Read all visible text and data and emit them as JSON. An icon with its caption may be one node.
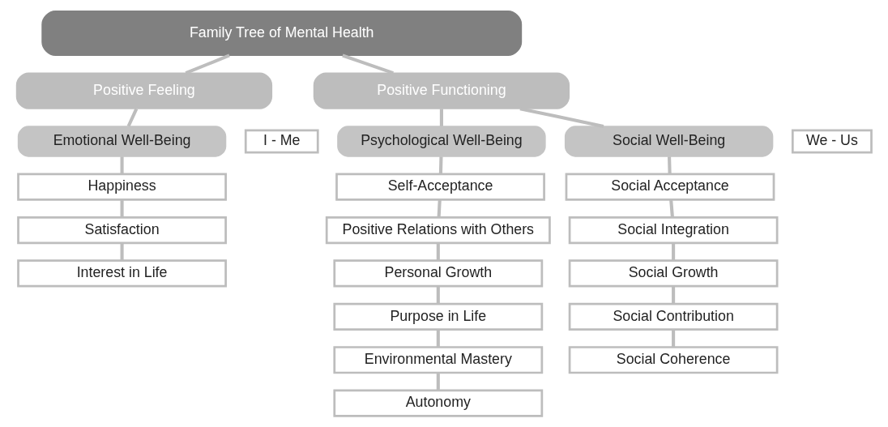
{
  "diagram": {
    "nodes": [
      {
        "text": [
          "Family Tree of Mental Health"
        ]
      },
      {
        "text": [
          "Positive Feeling"
        ]
      },
      {
        "text": [
          "Positive Functioning"
        ]
      },
      {
        "text": [
          "I - Me"
        ]
      },
      {
        "text": [
          "We - Us"
        ]
      },
      {
        "text": [
          "Emotional Well-Being"
        ]
      },
      {
        "text": [
          "Psychological Well-Being"
        ]
      },
      {
        "text": [
          "Social Well-Being"
        ]
      },
      {
        "text": [
          "Happiness"
        ]
      },
      {
        "text": [
          "Satisfaction"
        ]
      },
      {
        "text": [
          "Interest in Life"
        ]
      },
      {
        "text": [
          "Self-Acceptance"
        ]
      },
      {
        "text": [
          "Positive Relations with Others"
        ]
      },
      {
        "text": [
          "Personal Growth"
        ]
      },
      {
        "text": [
          "Purpose in Life"
        ]
      },
      {
        "text": [
          "Environmental Mastery"
        ]
      },
      {
        "text": [
          "Autonomy"
        ]
      },
      {
        "text": [
          "Social Acceptance"
        ]
      },
      {
        "text": [
          "Social Integration"
        ]
      },
      {
        "text": [
          "Social Growth"
        ]
      },
      {
        "text": [
          "Social Contribution"
        ]
      },
      {
        "text": [
          "Social Coherence"
        ]
      }
    ],
    "edges": [
      {
        "from": 0,
        "to": 1,
        "arrow": "none"
      },
      {
        "from": 0,
        "to": 2,
        "arrow": "none"
      },
      {
        "from": 1,
        "to": 5,
        "arrow": "none"
      },
      {
        "from": 2,
        "to": 6,
        "arrow": "none"
      },
      {
        "from": 2,
        "to": 7,
        "arrow": "none"
      },
      {
        "from": 5,
        "to": 8,
        "arrow": "none"
      },
      {
        "from": 8,
        "to": 9,
        "arrow": "none"
      },
      {
        "from": 9,
        "to": 10,
        "arrow": "none"
      },
      {
        "from": 6,
        "to": 11,
        "arrow": "none"
      },
      {
        "from": 11,
        "to": 12,
        "arrow": "none"
      },
      {
        "from": 12,
        "to": 13,
        "arrow": "none"
      },
      {
        "from": 13,
        "to": 14,
        "arrow": "none"
      },
      {
        "from": 14,
        "to": 15,
        "arrow": "none"
      },
      {
        "from": 15,
        "to": 16,
        "arrow": "none"
      },
      {
        "from": 7,
        "to": 17,
        "arrow": "none"
      },
      {
        "from": 17,
        "to": 18,
        "arrow": "none"
      },
      {
        "from": 18,
        "to": 19,
        "arrow": "none"
      },
      {
        "from": 19,
        "to": 20,
        "arrow": "none"
      },
      {
        "from": 20,
        "to": 21,
        "arrow": "none"
      }
    ]
  }
}
